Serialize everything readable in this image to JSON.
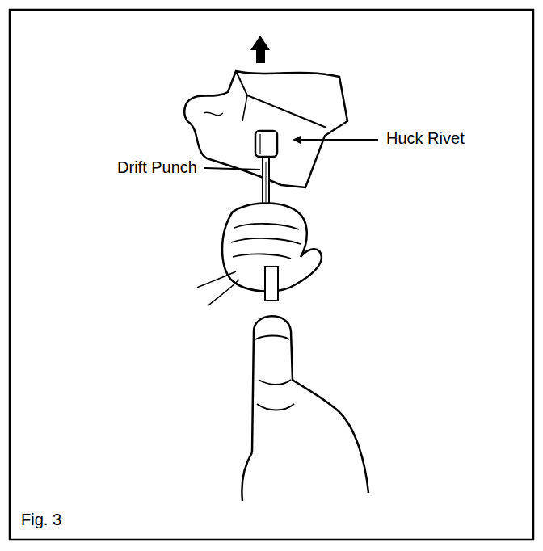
{
  "diagram": {
    "caption": "Fig. 3",
    "labels": [
      "Huck Rivet",
      "Drift Punch"
    ]
  }
}
